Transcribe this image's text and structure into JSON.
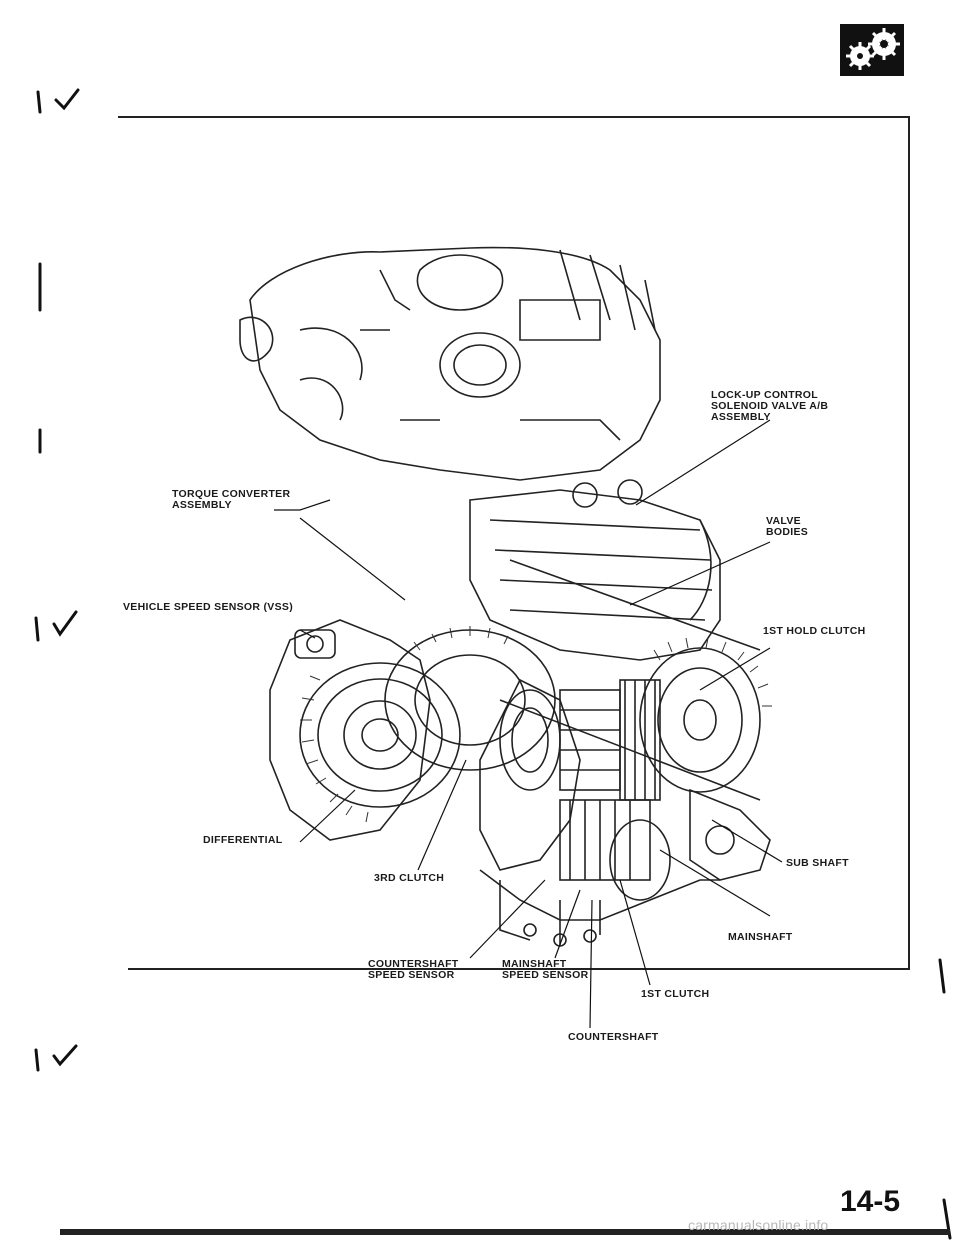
{
  "page": {
    "number": "14-5",
    "icon": "gears-icon"
  },
  "labels": {
    "lockup": "LOCK-UP CONTROL\nSOLENOID VALVE A/B\nASSEMBLY",
    "torque": "TORQUE CONVERTER\nASSEMBLY",
    "valve": "VALVE\nBODIES",
    "vss": "VEHICLE SPEED SENSOR (VSS)",
    "hold": "1ST HOLD CLUTCH",
    "diff": "DIFFERENTIAL",
    "subshaft": "SUB SHAFT",
    "clutch3": "3RD CLUTCH",
    "mainshaft": "MAINSHAFT",
    "cs_sensor": "COUNTERSHAFT\nSPEED SENSOR",
    "ms_sensor": "MAINSHAFT\nSPEED SENSOR",
    "clutch1": "1ST CLUTCH",
    "countershaft": "COUNTERSHAFT"
  },
  "watermark": "carmanualsonline.info"
}
